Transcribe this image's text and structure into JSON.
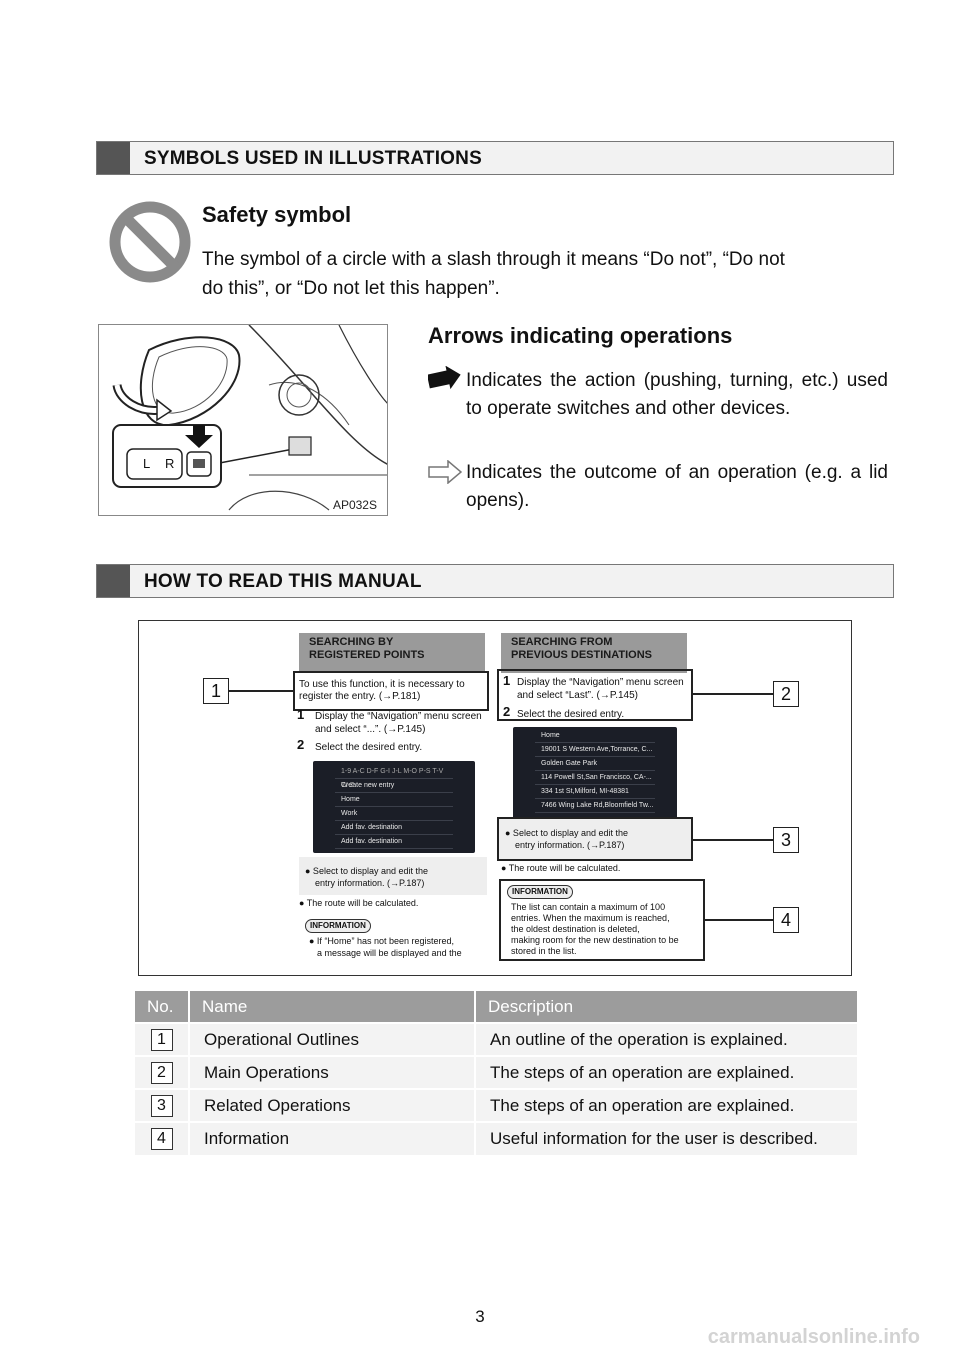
{
  "section1": {
    "title": "SYMBOLS USED IN ILLUSTRATIONS",
    "safety": {
      "heading": "Safety symbol",
      "text_line1": "The symbol of a circle with a slash through it means “Do not”, “Do not",
      "text_line2": "do this”, or “Do not let this happen”."
    },
    "arrows": {
      "heading": "Arrows indicating operations",
      "action_text": "Indicates the action (pushing, turning, etc.) used to operate switches and other devices.",
      "outcome_text": "Indicates the outcome of an operation (e.g. a lid opens).",
      "photo_caption": "AP032S",
      "switch_labels": [
        "L",
        "R"
      ]
    }
  },
  "section2": {
    "title": "HOW TO READ THIS MANUAL",
    "sample": {
      "left_header_line1": "SEARCHING BY",
      "left_header_line2": "REGISTERED POINTS",
      "left_outline_line1": "To use this function, it is necessary to",
      "left_outline_line2": "register the entry. (→P.181)",
      "left_step1_no": "1",
      "left_step1_line1": "Display the “Navigation” menu screen",
      "left_step1_line2": "and select “...”. (→P.145)",
      "left_step2_no": "2",
      "left_step2_text": "Select the desired entry.",
      "left_screen_rows": [
        "Create new entry",
        "Home",
        "Work",
        "Add fav. destination",
        "Add fav. destination"
      ],
      "left_related_line1": "● Select        to display and edit the",
      "left_related_line2": "entry information. (→P.187)",
      "left_route": "● The route will be calculated.",
      "left_info_title": "INFORMATION",
      "left_info_line1": "● If “Home” has not been registered,",
      "left_info_line2": "a message will be displayed and the",
      "right_header_line1": "SEARCHING FROM",
      "right_header_line2": "PREVIOUS DESTINATIONS",
      "right_step1_no": "1",
      "right_step1_line1": "Display the “Navigation” menu screen",
      "right_step1_line2": "and select “Last”. (→P.145)",
      "right_step2_no": "2",
      "right_step2_text": "Select the desired entry.",
      "right_screen_rows": [
        "Home",
        "19001 S Western Ave,Torrance, C...",
        "Golden Gate Park",
        "114 Powell St,San Francisco, CA-...",
        "334 1st St,Milford, MI-48381",
        "7466 Wing Lake Rd,Bloomfield Tw..."
      ],
      "right_related_line1": "● Select        to display and edit the",
      "right_related_line2": "entry information. (→P.187)",
      "right_route": "● The route will be calculated.",
      "right_info_title": "INFORMATION",
      "right_info_line1": "The list can contain a maximum of 100",
      "right_info_line2": "entries. When the maximum is reached,",
      "right_info_line3": "the oldest destination is deleted,",
      "right_info_line4": "making room for the new destination to be",
      "right_info_line5": "stored in the list.",
      "callouts": [
        "1",
        "2",
        "3",
        "4"
      ]
    },
    "table": {
      "headers": [
        "No.",
        "Name",
        "Description"
      ],
      "rows": [
        {
          "no": "1",
          "name": "Operational Outlines",
          "description": "An outline of the operation is explained."
        },
        {
          "no": "2",
          "name": "Main Operations",
          "description": "The steps of an operation are explained."
        },
        {
          "no": "3",
          "name": "Related Operations",
          "description": "The steps of an operation are explained."
        },
        {
          "no": "4",
          "name": "Information",
          "description": "Useful information for the user is described."
        }
      ]
    }
  },
  "footer": {
    "page_number": "3",
    "watermark": "carmanualsonline.info"
  }
}
